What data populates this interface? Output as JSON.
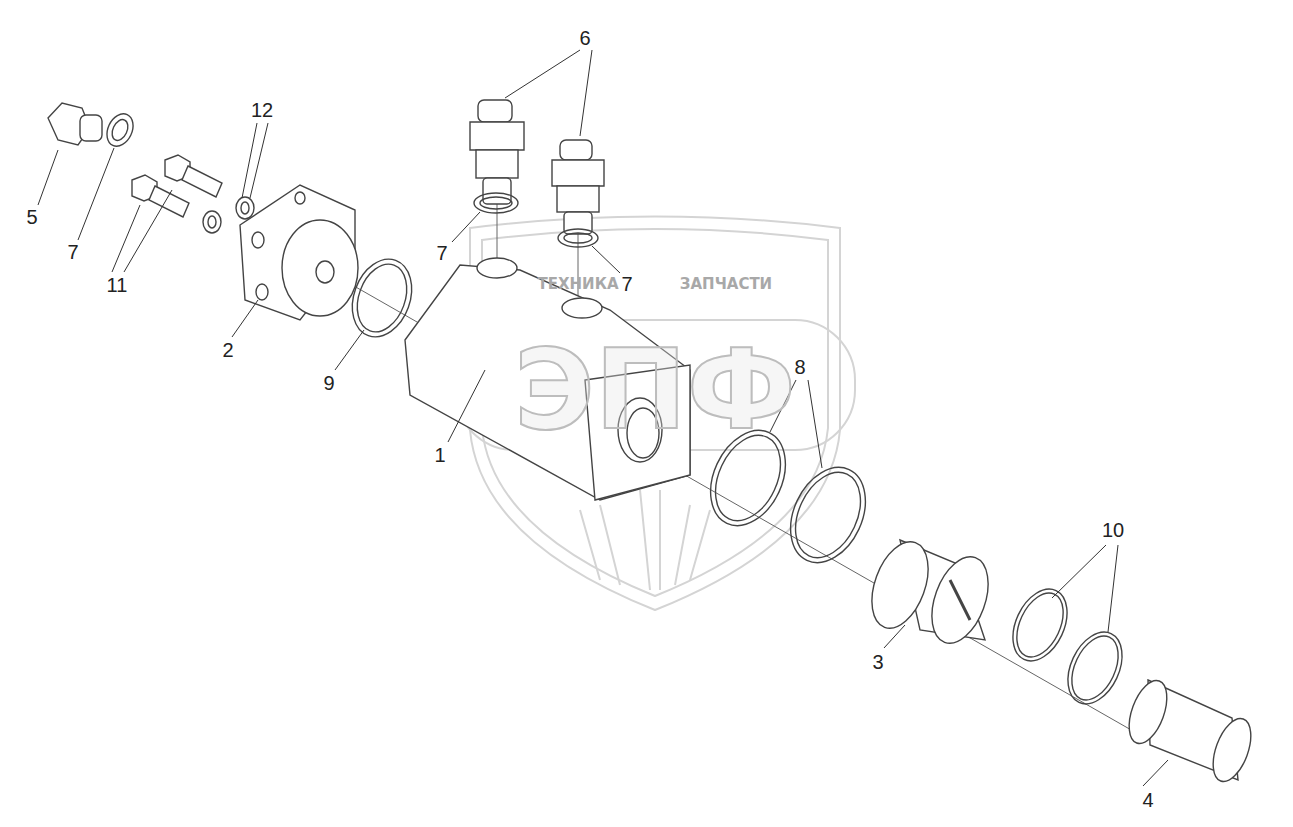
{
  "diagram": {
    "labels": [
      "6",
      "12",
      "5",
      "7",
      "7",
      "ТЕХНИКА",
      "7",
      "ЗАПЧАСТИ",
      "11",
      "2",
      "8",
      "9",
      "ЭПФ",
      "1",
      "10",
      "3",
      "4"
    ]
  }
}
